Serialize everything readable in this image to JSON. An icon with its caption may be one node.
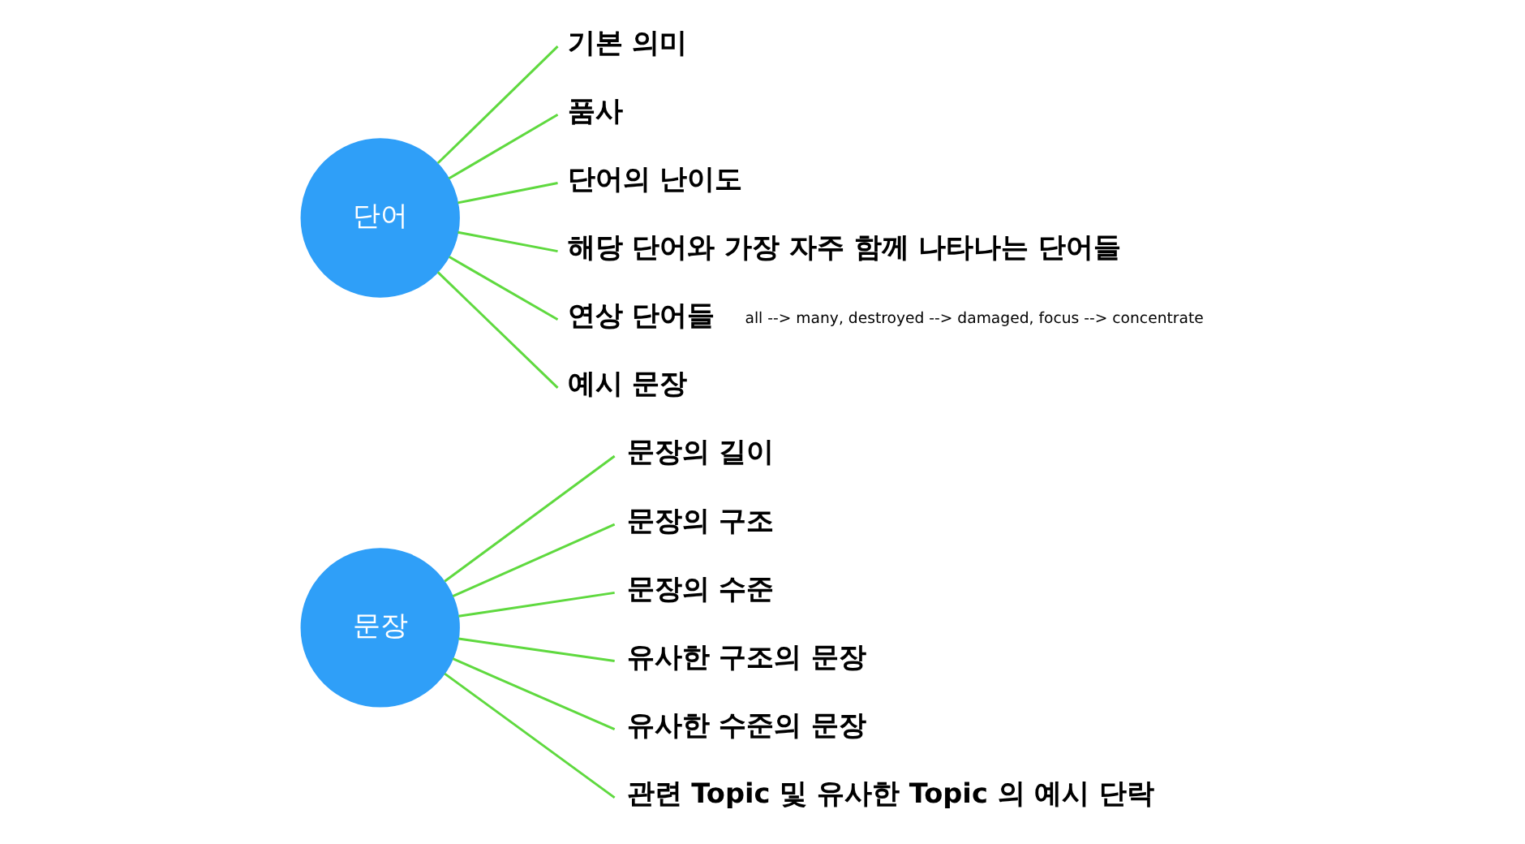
{
  "diagram": {
    "nodes": [
      {
        "text": [
          "단어"
        ]
      },
      {
        "text": [
          "기본 의미"
        ]
      },
      {
        "text": [
          "품사"
        ]
      },
      {
        "text": [
          "단어의 난이도"
        ]
      },
      {
        "text": [
          "해당 단어와 가장 자주 함께 나타나는 단어들"
        ]
      },
      {
        "text": [
          "연상 단어들"
        ],
        "beside": [
          "all --> many, destroyed --> damaged, focus --> concentrate"
        ]
      },
      {
        "text": [
          "예시 문장"
        ]
      },
      {
        "text": [
          "문장"
        ]
      },
      {
        "text": [
          "문장의 길이"
        ]
      },
      {
        "text": [
          "문장의 구조"
        ]
      },
      {
        "text": [
          "문장의 수준"
        ]
      },
      {
        "text": [
          "유사한 구조의 문장"
        ]
      },
      {
        "text": [
          "유사한 수준의 문장"
        ]
      },
      {
        "text": [
          "관련 Topic 및 유사한 Topic 의 예시 단락"
        ]
      }
    ],
    "edges": [
      {
        "from": 0,
        "to": 1,
        "arrow": "none"
      },
      {
        "from": 0,
        "to": 2,
        "arrow": "none"
      },
      {
        "from": 0,
        "to": 3,
        "arrow": "none"
      },
      {
        "from": 0,
        "to": 4,
        "arrow": "none"
      },
      {
        "from": 0,
        "to": 5,
        "arrow": "none"
      },
      {
        "from": 0,
        "to": 6,
        "arrow": "none"
      },
      {
        "from": 7,
        "to": 8,
        "arrow": "none"
      },
      {
        "from": 7,
        "to": 9,
        "arrow": "none"
      },
      {
        "from": 7,
        "to": 10,
        "arrow": "none"
      },
      {
        "from": 7,
        "to": 11,
        "arrow": "none"
      },
      {
        "from": 7,
        "to": 12,
        "arrow": "none"
      },
      {
        "from": 7,
        "to": 13,
        "arrow": "none"
      }
    ]
  }
}
